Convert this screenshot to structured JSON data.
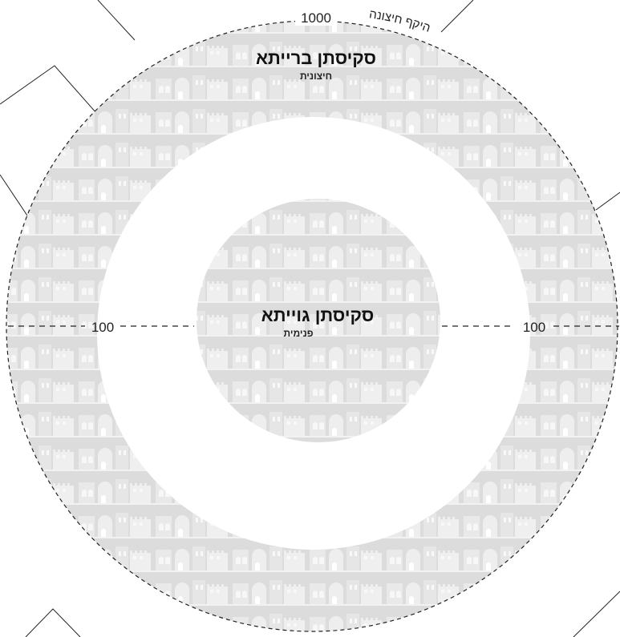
{
  "outer_zone": {
    "title": "סקיסתן ברייתא",
    "subtitle": "חיצונית"
  },
  "inner_zone": {
    "title": "סקיסתן גוייתא",
    "subtitle": "פנימית"
  },
  "outer_perimeter": {
    "label": "היקף חיצונה",
    "value": "1000"
  },
  "axis": {
    "left_value": "100",
    "right_value": "100"
  },
  "colors": {
    "pattern_bg": "#dedede",
    "pattern_fg": "#f4f4f4",
    "line": "#222222",
    "white": "#ffffff"
  },
  "icons": {
    "pattern": "old-city-skyline-pattern"
  }
}
